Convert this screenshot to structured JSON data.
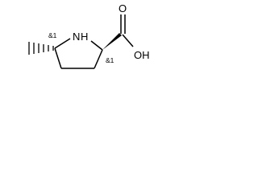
{
  "structure": {
    "atoms": {
      "nitrogen": "N",
      "hydrogen_on_n": "H",
      "carbonyl_oxygen": "O",
      "hydroxyl": "OH"
    },
    "stereo_labels": {
      "c5": "&1",
      "c2": "&1"
    },
    "colors": {
      "line": "#000000",
      "background": "#ffffff"
    }
  }
}
